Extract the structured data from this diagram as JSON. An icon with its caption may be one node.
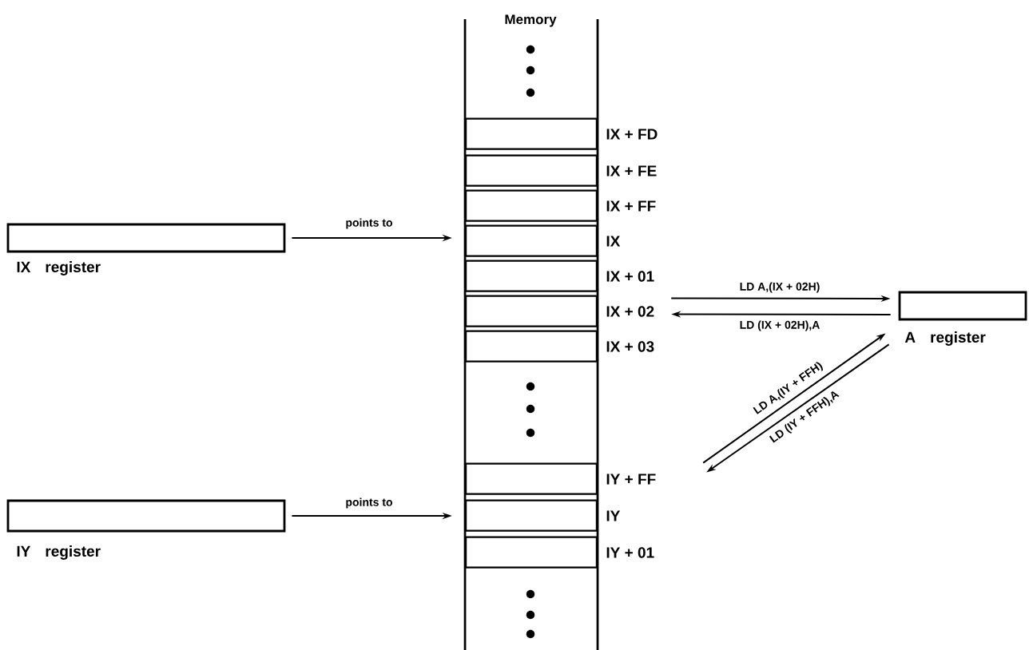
{
  "diagram": {
    "nodes": [
      {
        "text": [
          "Memory"
        ]
      },
      {
        "text": [],
        "shape": "box",
        "in": 0,
        "beside": [
          "IX + FD"
        ]
      },
      {
        "text": [],
        "shape": "box",
        "in": 0,
        "beside": [
          "IX + FE"
        ]
      },
      {
        "text": [],
        "shape": "box",
        "in": 0,
        "beside": [
          "IX + FF"
        ]
      },
      {
        "text": [],
        "shape": "box",
        "in": 0,
        "beside": [
          "IX"
        ]
      },
      {
        "text": [],
        "shape": "box",
        "in": 0,
        "beside": [
          "IX + 01"
        ]
      },
      {
        "text": [],
        "shape": "box",
        "in": 0,
        "beside": [
          "IX + 02"
        ]
      },
      {
        "text": [],
        "shape": "box",
        "in": 0,
        "beside": [
          "IX + 03"
        ]
      },
      {
        "text": [],
        "shape": "box",
        "in": 0,
        "beside": [
          "IY + FF"
        ]
      },
      {
        "text": [],
        "shape": "box",
        "in": 0,
        "beside": [
          "IY"
        ]
      },
      {
        "text": [],
        "shape": "box",
        "in": 0,
        "beside": [
          "IY + 01"
        ]
      },
      {
        "text": [
          "IX register"
        ]
      },
      {
        "text": [
          "IY register"
        ]
      },
      {
        "text": [
          "A register"
        ]
      }
    ],
    "edges": [
      {
        "from": 11,
        "to": 4,
        "arrow": "to",
        "label": "points to"
      },
      {
        "from": 12,
        "to": 9,
        "arrow": "to",
        "label": "points to"
      },
      {
        "from": 6,
        "to": 13,
        "arrow": "to",
        "label": "LD A,(IX + 02H)"
      },
      {
        "from": 13,
        "to": 6,
        "arrow": "to",
        "label": "LD (IX + 02H),A"
      },
      {
        "from": 8,
        "to": 13,
        "arrow": "to",
        "label": "LD A,(IY + FFH)"
      },
      {
        "from": 13,
        "to": 8,
        "arrow": "to",
        "label": "LD (IY + FFH),A"
      }
    ]
  }
}
